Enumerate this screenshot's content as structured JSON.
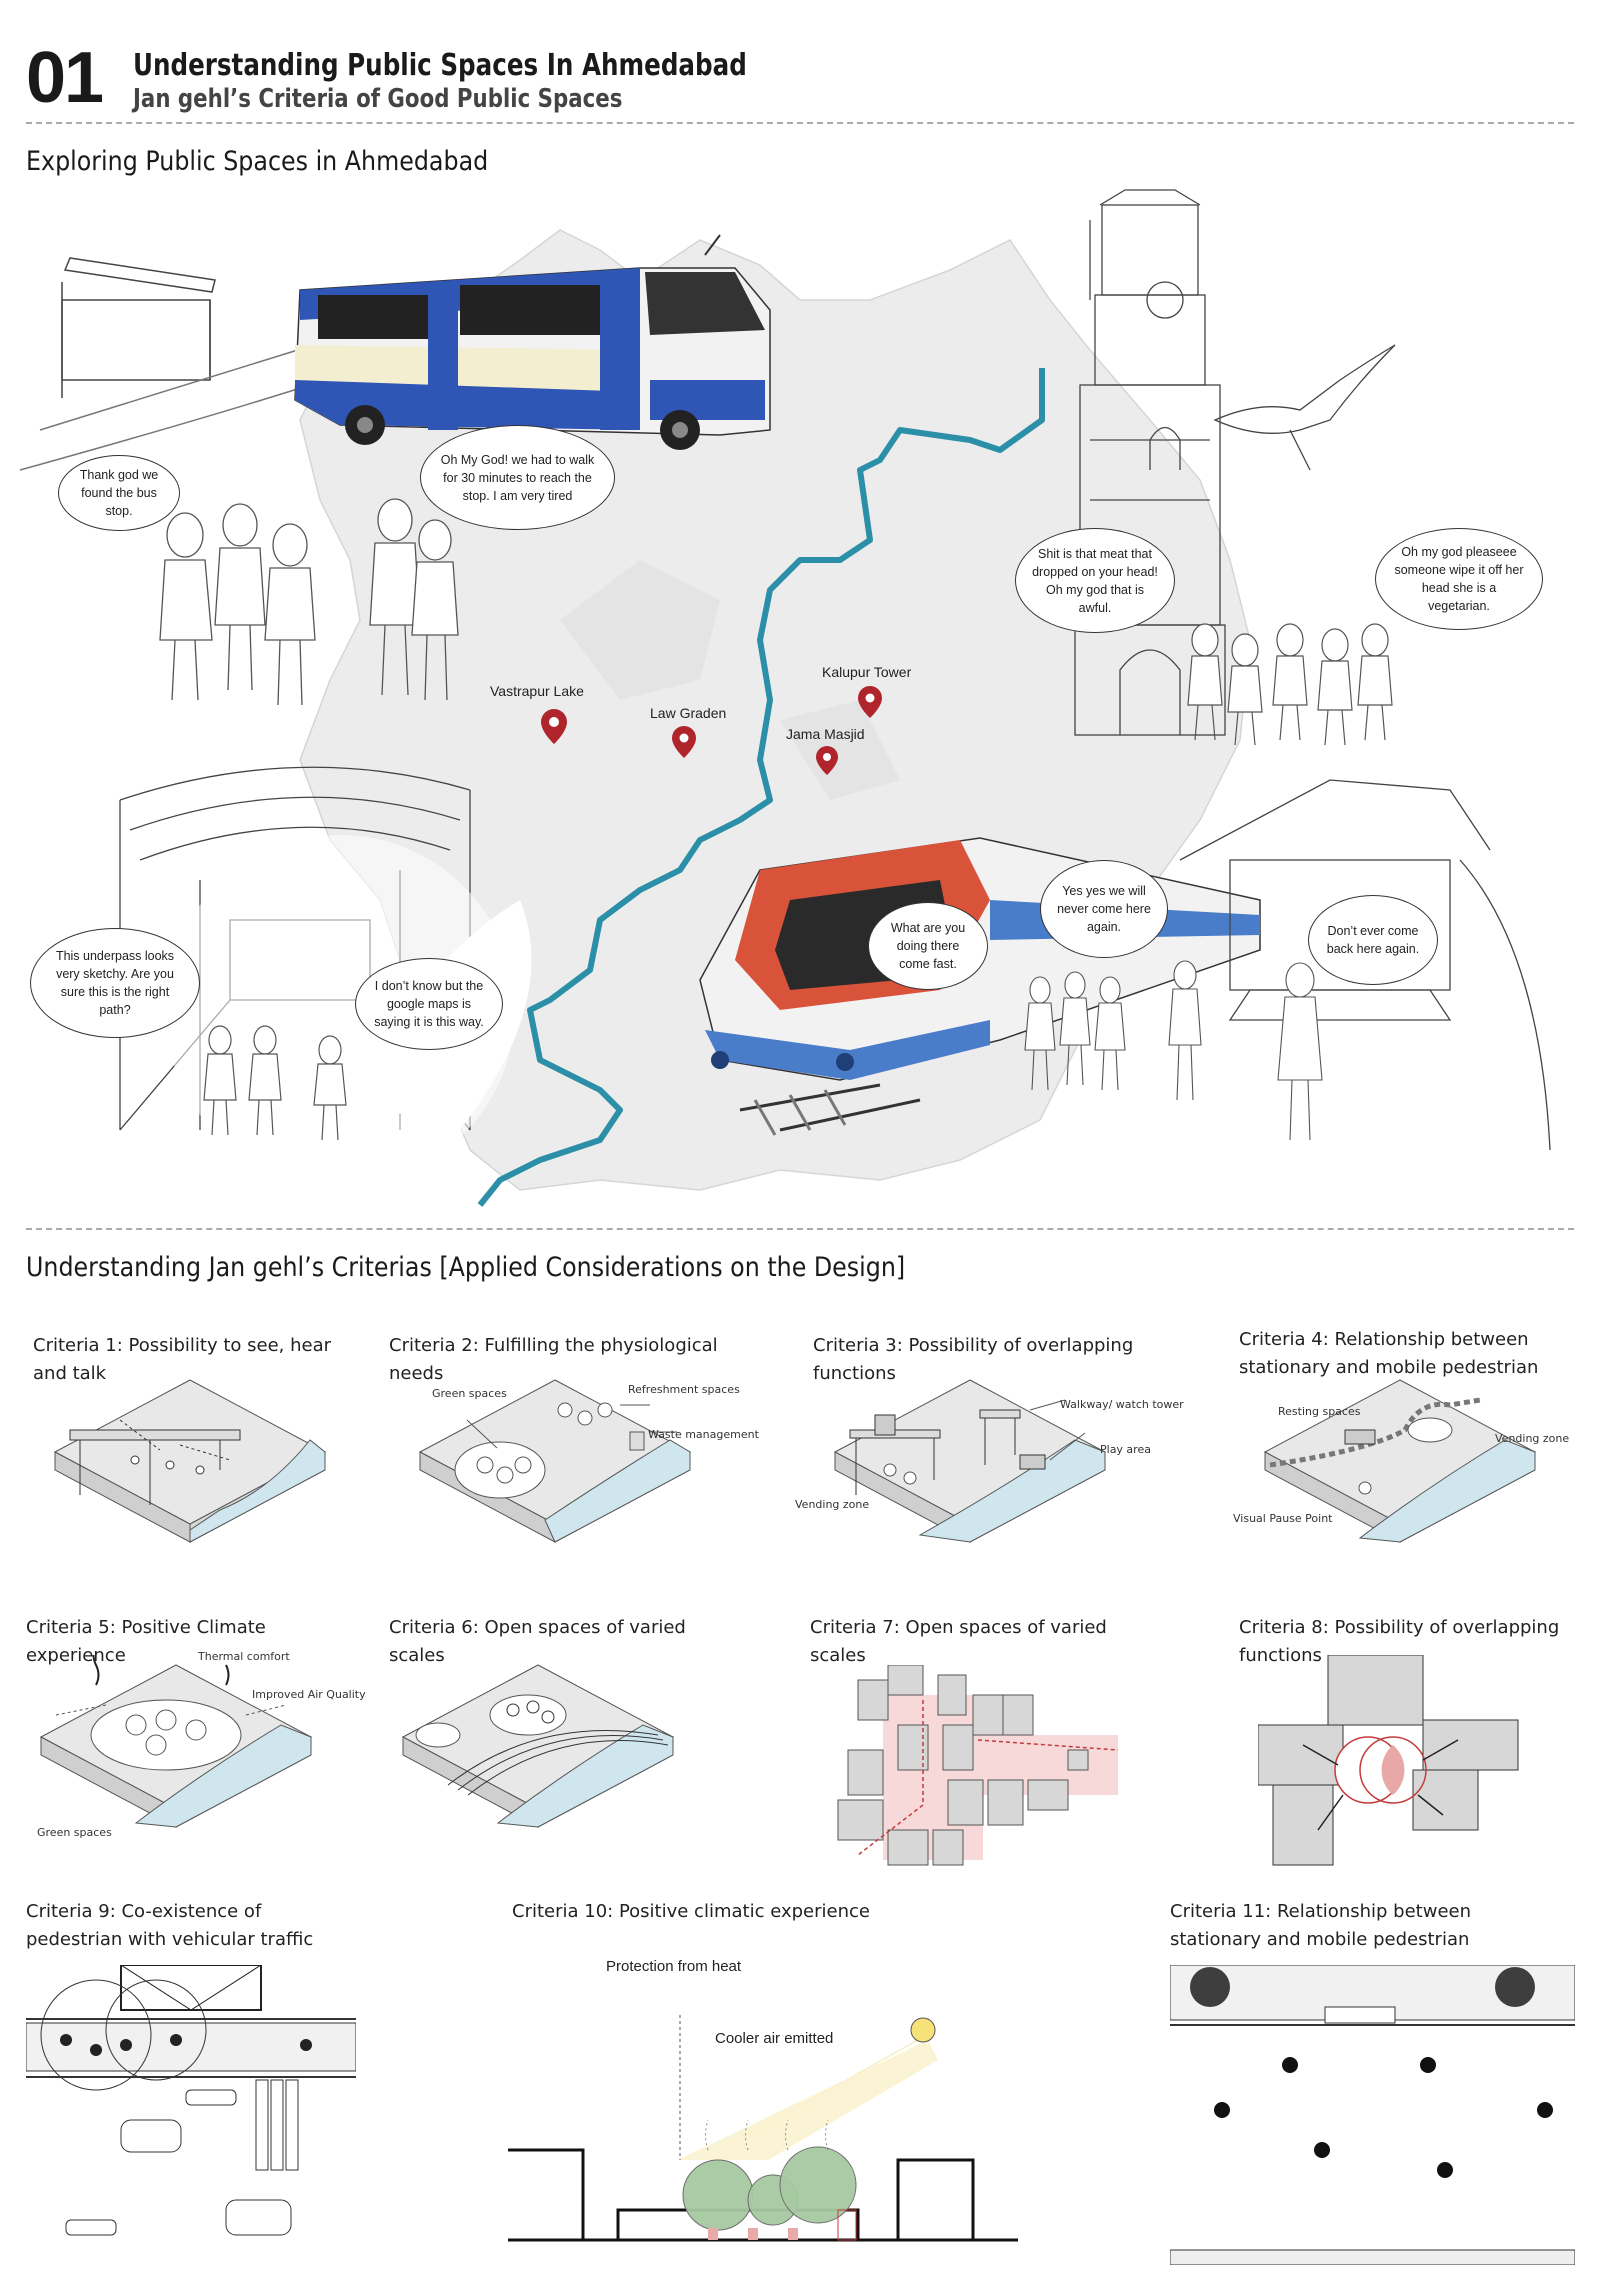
{
  "header": {
    "number": "01",
    "title": "Understanding Public Spaces In Ahmedabad",
    "subtitle": "Jan gehl’s Criteria of Good Public Spaces"
  },
  "section1": {
    "title": "Exploring Public Spaces in Ahmedabad",
    "places": [
      "Vastrapur Lake",
      "Law Graden",
      "Kalupur Tower",
      "Jama Masjid"
    ],
    "bubbles": [
      "Thank god we found the bus stop.",
      "Oh My God! we had to walk for 30 minutes to reach the stop. I am very tired",
      "Shit is that meat that dropped on your head! Oh my god that is awful.",
      "Oh my god pleaseee someone wipe it off her head she is a vegetarian.",
      "This underpass looks very sketchy. Are you sure this is the right path?",
      "I don’t know but the google maps is saying it is this way.",
      "What are you doing there come fast.",
      "Yes yes we will never come here again.",
      "Don’t ever come back here again."
    ]
  },
  "section2": {
    "title": "Understanding Jan gehl’s Criterias [Applied Considerations on the Design]",
    "criteria": [
      {
        "label": "Criteria 1: Possibility to see, hear and talk"
      },
      {
        "label": "Criteria 2: Fulfilling the physiological needs",
        "annotations": [
          "Green spaces",
          "Refreshment spaces",
          "Waste management"
        ]
      },
      {
        "label": "Criteria 3: Possibility of overlapping functions",
        "annotations": [
          "Walkway/ watch tower",
          "Play area",
          "Vending zone"
        ]
      },
      {
        "label": "Criteria 4: Relationship between stationary and mobile pedestrian",
        "annotations": [
          "Resting spaces",
          "Vending zone",
          "Visual Pause Point"
        ]
      },
      {
        "label": "Criteria 5: Positive Climate experience",
        "annotations": [
          "Thermal comfort",
          "Improved Air Quality",
          "Green spaces"
        ]
      },
      {
        "label": "Criteria 6: Open spaces of varied scales"
      },
      {
        "label": "Criteria 7: Open spaces of varied scales"
      },
      {
        "label": "Criteria 8: Possibility of overlapping functions"
      },
      {
        "label": "Criteria 9: Co-existence of pedestrian with vehicular traffic"
      },
      {
        "label": "Criteria 10: Positive climatic experience",
        "annotations": [
          "Protection from heat",
          "Cooler air emitted"
        ]
      },
      {
        "label": "Criteria 11: Relationship between stationary and mobile pedestrian"
      }
    ]
  },
  "colors": {
    "river": "#2b8fa8",
    "pin": "#b0242c",
    "water": "#cfe6ee",
    "map": "#ececec",
    "train_red": "#d9533a",
    "bus_blue": "#2f55b5"
  }
}
